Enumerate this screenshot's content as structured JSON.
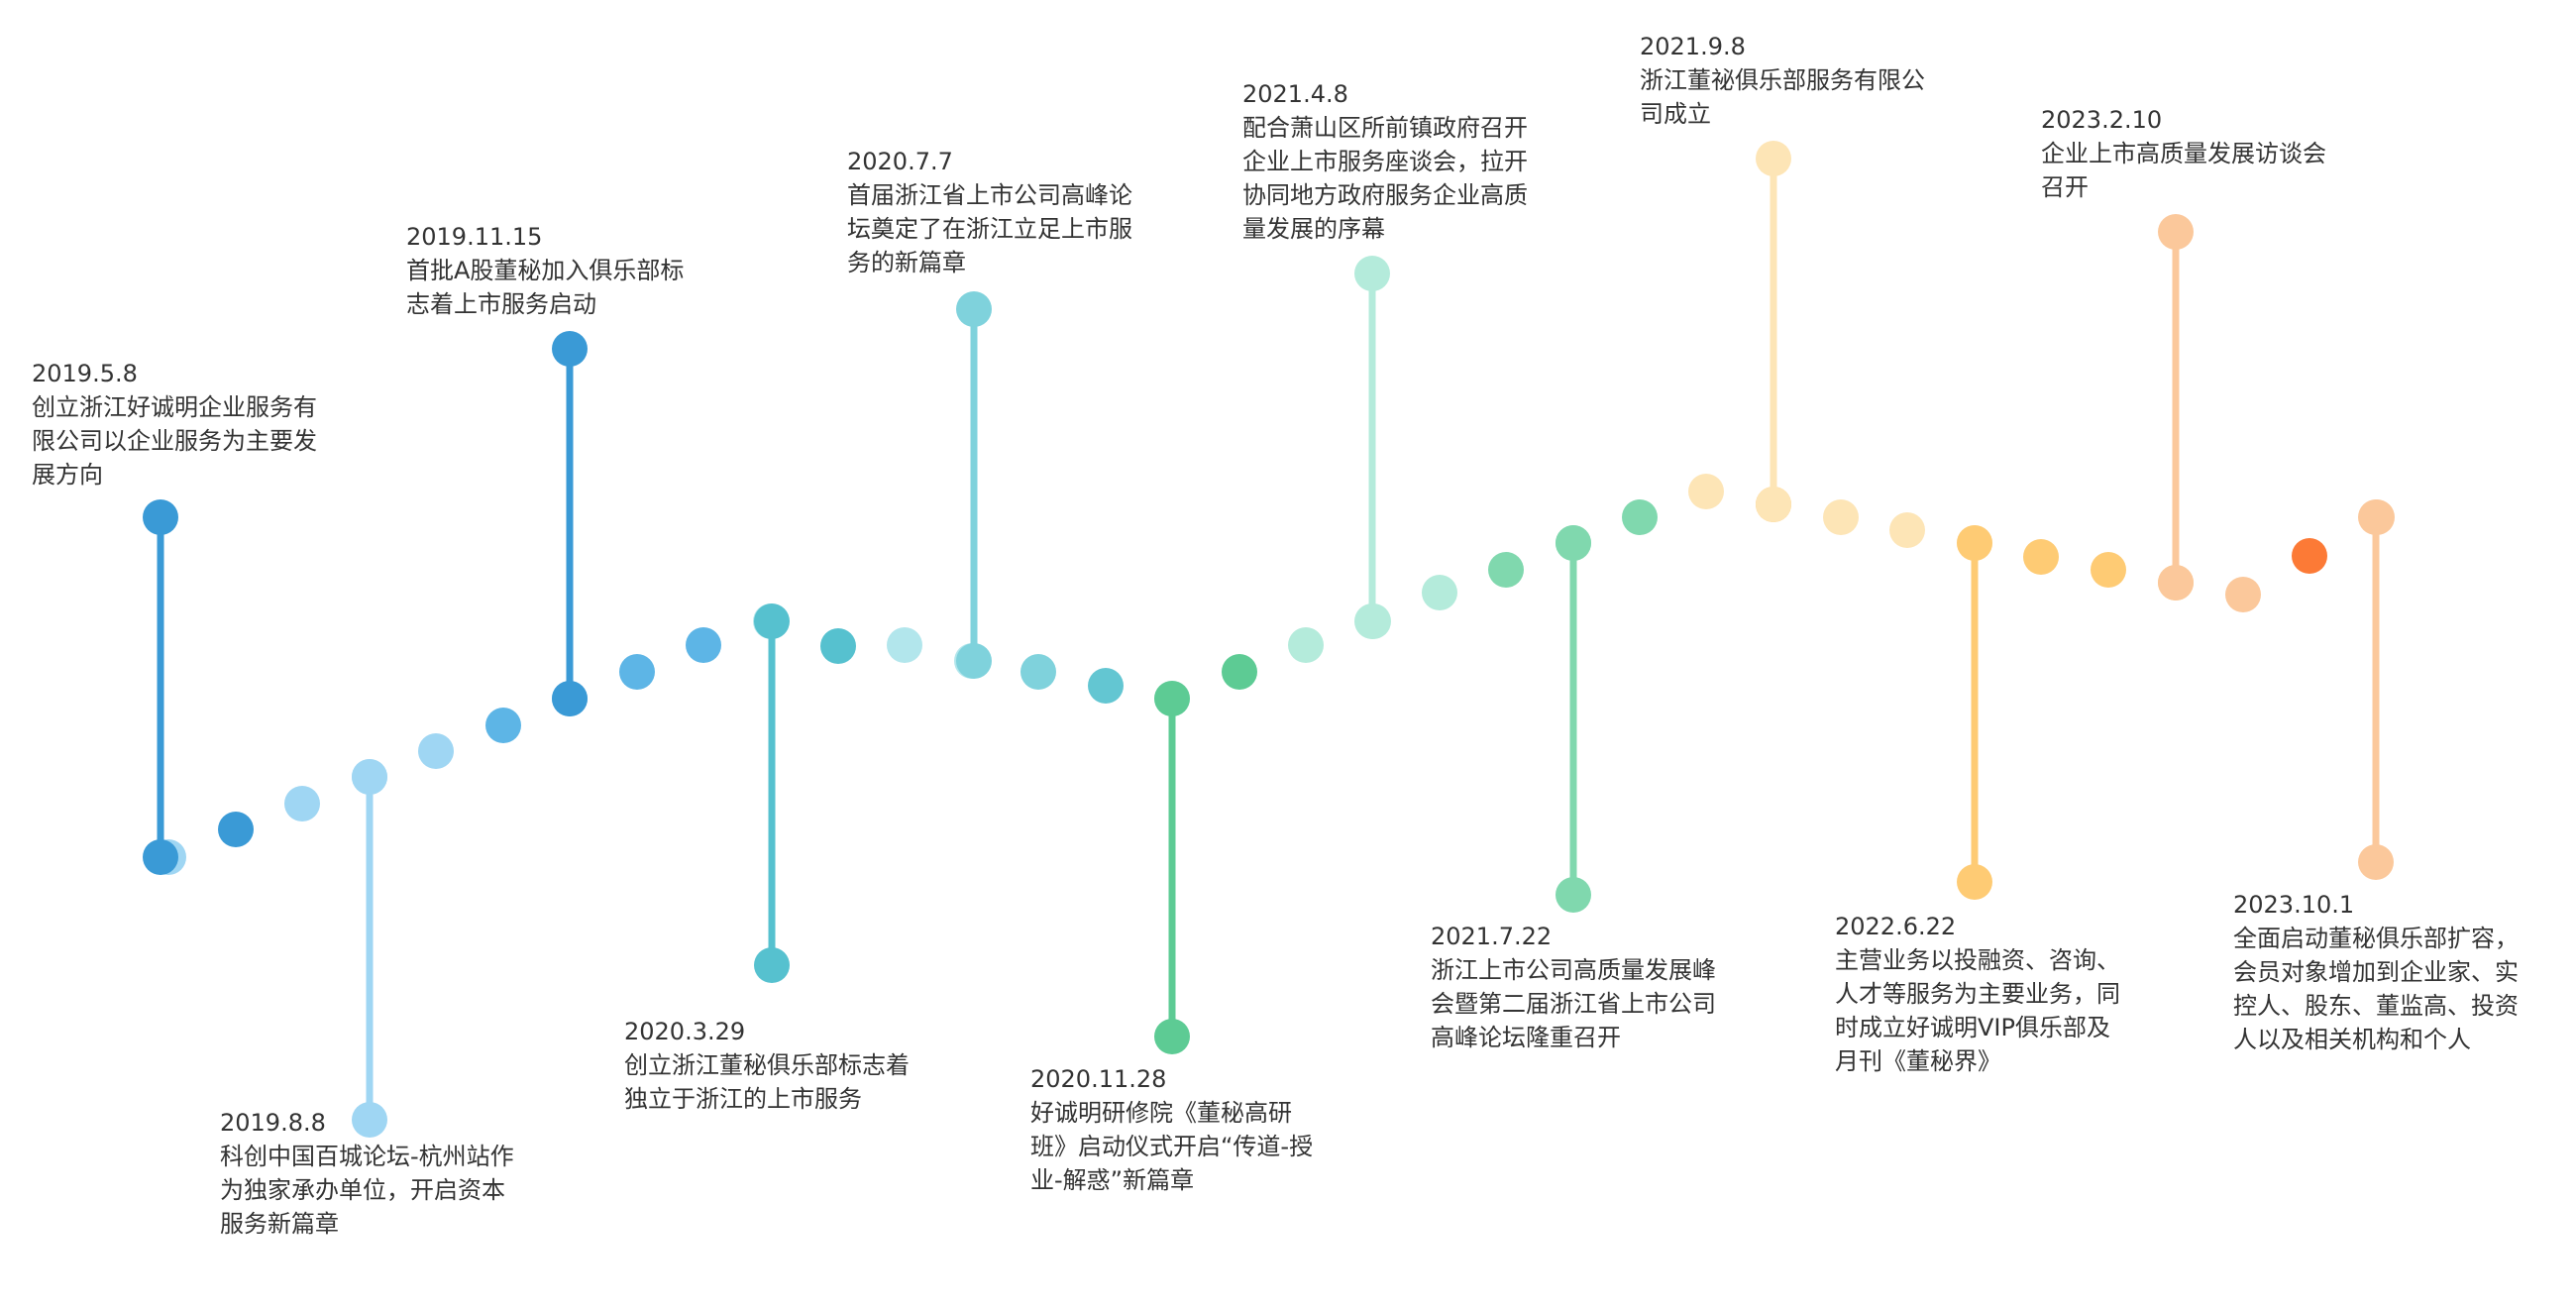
{
  "palette": {
    "dots": [
      "#9fd6f3",
      "#3a9ad6",
      "#9fd6f3",
      "#9fd6f3",
      "#9fd6f3",
      "#5db5e6",
      "#5db5e6",
      "#5db5e6",
      "#5db5e6",
      "#b2e6ec",
      "#56c1cf",
      "#b2e6ec",
      "#b2e6ec",
      "#7fd2dc",
      "#63c6d2",
      "#b4ebdb",
      "#5dcb94",
      "#b4ebdb",
      "#b4ebdb",
      "#b4ebdb",
      "#80d8ae",
      "#80d8ae",
      "#80d8ae",
      "#fde5b6",
      "#fdb94e",
      "#fde5b6",
      "#fde5b6",
      "#fde5b6",
      "#fecb74",
      "#fecb74",
      "#fecb74",
      "#fbc89b",
      "#fc7a36",
      "#fbc89b",
      "#fbc89b"
    ]
  },
  "events": [
    {
      "id": "e1",
      "color": "#3a9ad6",
      "date": "2019.5.8",
      "lines": [
        "创立浙江好诚明企业服务有",
        "限公司以企业服务为主要发",
        "展方向"
      ]
    },
    {
      "id": "e2",
      "color": "#9fd6f3",
      "date": "2019.8.8",
      "lines": [
        "科创中国百城论坛-杭州站作",
        "为独家承办单位，开启资本",
        "服务新篇章"
      ]
    },
    {
      "id": "e3",
      "color": "#3a9ad6",
      "date": "2019.11.15",
      "lines": [
        "首批A股董秘加入俱乐部标",
        "志着上市服务启动"
      ]
    },
    {
      "id": "e4",
      "color": "#56c1cf",
      "date": "2020.3.29",
      "lines": [
        "创立浙江董秘俱乐部标志着",
        "独立于浙江的上市服务"
      ]
    },
    {
      "id": "e5",
      "color": "#7fd2dc",
      "date": "2020.7.7",
      "lines": [
        "首届浙江省上市公司高峰论",
        "坛奠定了在浙江立足上市服",
        "务的新篇章"
      ]
    },
    {
      "id": "e6",
      "color": "#5dcb94",
      "date": "2020.11.28",
      "lines": [
        "好诚明研修院《董秘高研",
        "班》启动仪式开启“传道-授",
        "业-解惑”新篇章"
      ]
    },
    {
      "id": "e7",
      "color": "#b4ebdb",
      "date": "2021.4.8",
      "lines": [
        "配合萧山区所前镇政府召开",
        "企业上市服务座谈会，拉开",
        "协同地方政府服务企业高质",
        "量发展的序幕"
      ]
    },
    {
      "id": "e8",
      "color": "#80d8ae",
      "date": "2021.7.22",
      "lines": [
        "浙江上市公司高质量发展峰",
        "会暨第二届浙江省上市公司",
        "高峰论坛隆重召开"
      ]
    },
    {
      "id": "e9",
      "color": "#fde5b6",
      "date": "2021.9.8",
      "lines": [
        "浙江董祕俱乐部服务有限公",
        "司成立"
      ]
    },
    {
      "id": "e10",
      "color": "#fecb74",
      "date": "2022.6.22",
      "lines": [
        "主营业务以投融资、咨询、",
        "人才等服务为主要业务，同",
        "时成立好诚明VIP俱乐部及",
        "月刊《董秘界》"
      ]
    },
    {
      "id": "e11",
      "color": "#fbc89b",
      "date": "2023.2.10",
      "lines": [
        "企业上市高质量发展访谈会",
        "召开"
      ]
    },
    {
      "id": "e12",
      "color": "#fbc89b",
      "date": "2023.10.1",
      "lines": [
        "全面启动董秘俱乐部扩容，",
        "会员对象增加到企业家、实",
        "控人、股东、董监高、投资",
        "人以及相关机构和个人"
      ]
    }
  ]
}
